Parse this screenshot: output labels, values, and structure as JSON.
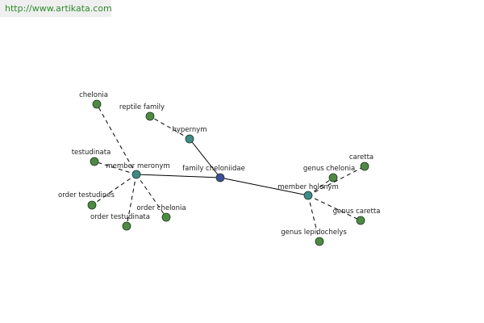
{
  "header": {
    "url": "http://www.artikata.com"
  },
  "colors": {
    "center": "#3d4d9c",
    "relation": "#3f8a8c",
    "leaf": "#4f8a45"
  },
  "graph": {
    "center": {
      "id": "family",
      "label": "family cheloniidae"
    },
    "relations": [
      {
        "id": "hypernym",
        "label": "hypernym"
      },
      {
        "id": "meronym",
        "label": "member meronym"
      },
      {
        "id": "holonym",
        "label": "member holonym"
      }
    ],
    "leaves": [
      {
        "id": "reptile",
        "label": "reptile family",
        "parent": "hypernym"
      },
      {
        "id": "chelonia",
        "label": "chelonia",
        "parent": "meronym"
      },
      {
        "id": "testudinata",
        "label": "testudinata",
        "parent": "meronym"
      },
      {
        "id": "testudines",
        "label": "order testudines",
        "parent": "meronym"
      },
      {
        "id": "otestudinata",
        "label": "order testudinata",
        "parent": "meronym"
      },
      {
        "id": "ochelonia",
        "label": "order chelonia",
        "parent": "meronym"
      },
      {
        "id": "caretta",
        "label": "caretta",
        "parent": "holonym"
      },
      {
        "id": "gchelonia",
        "label": "genus chelonia",
        "parent": "holonym"
      },
      {
        "id": "gcaretta",
        "label": "genus caretta",
        "parent": "holonym"
      },
      {
        "id": "glepido",
        "label": "genus lepidochelys",
        "parent": "holonym"
      }
    ]
  }
}
